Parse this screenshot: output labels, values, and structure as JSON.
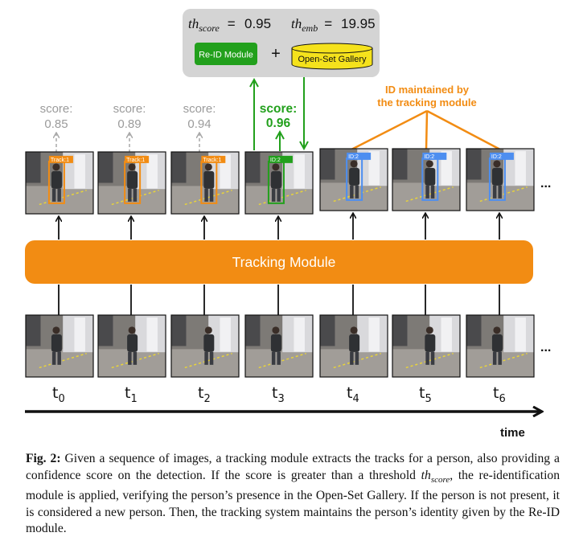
{
  "thresholds": {
    "th_score_base": "th",
    "th_score_sub": "score",
    "th_score_eq": "=",
    "th_score_value": "0.95",
    "th_emb_base": "th",
    "th_emb_sub": "emb",
    "th_emb_eq": "=",
    "th_emb_value": "19.95"
  },
  "reid_module_label": "Re-ID Module",
  "plus_sign": "+",
  "gallery_label": "Open-Set Gallery",
  "score_labels": [
    {
      "label": "score:",
      "value": "0.85"
    },
    {
      "label": "score:",
      "value": "0.89"
    },
    {
      "label": "score:",
      "value": "0.94"
    }
  ],
  "score_highlight": {
    "label": "score:",
    "value": "0.96"
  },
  "annotation": {
    "line1": "ID maintained by",
    "line2": "the tracking module"
  },
  "detection_tags": [
    "Track:1",
    "Track:1",
    "Track:1",
    "ID:2",
    "ID:2",
    "ID:2",
    "ID:2"
  ],
  "tracking_module_label": "Tracking Module",
  "time_steps": [
    {
      "base": "t",
      "sub": "0"
    },
    {
      "base": "t",
      "sub": "1"
    },
    {
      "base": "t",
      "sub": "2"
    },
    {
      "base": "t",
      "sub": "3"
    },
    {
      "base": "t",
      "sub": "4"
    },
    {
      "base": "t",
      "sub": "5"
    },
    {
      "base": "t",
      "sub": "6"
    }
  ],
  "ellipsis": "...",
  "time_axis_label": "time",
  "caption": {
    "fig_label": "Fig. 2:",
    "text_1": " Given a sequence of images, a tracking module extracts the tracks for a person, also providing a confidence score on the detection. If the score is greater than a threshold ",
    "th_base": "th",
    "th_sub": "score",
    "text_2": ", the re-identification module is applied, verifying the person’s presence in the Open-Set Gallery. If the person is not present, it is considered a new person. Then, the tracking system maintains the person’s identity given by the Re-ID module."
  },
  "colors": {
    "orange": "#f28c13",
    "green": "#22a01c",
    "blue": "#4d8ef0",
    "gray_panel": "#d4d4d4",
    "gallery_yellow": "#f5e21c",
    "score_gray": "#9b9b9b"
  }
}
